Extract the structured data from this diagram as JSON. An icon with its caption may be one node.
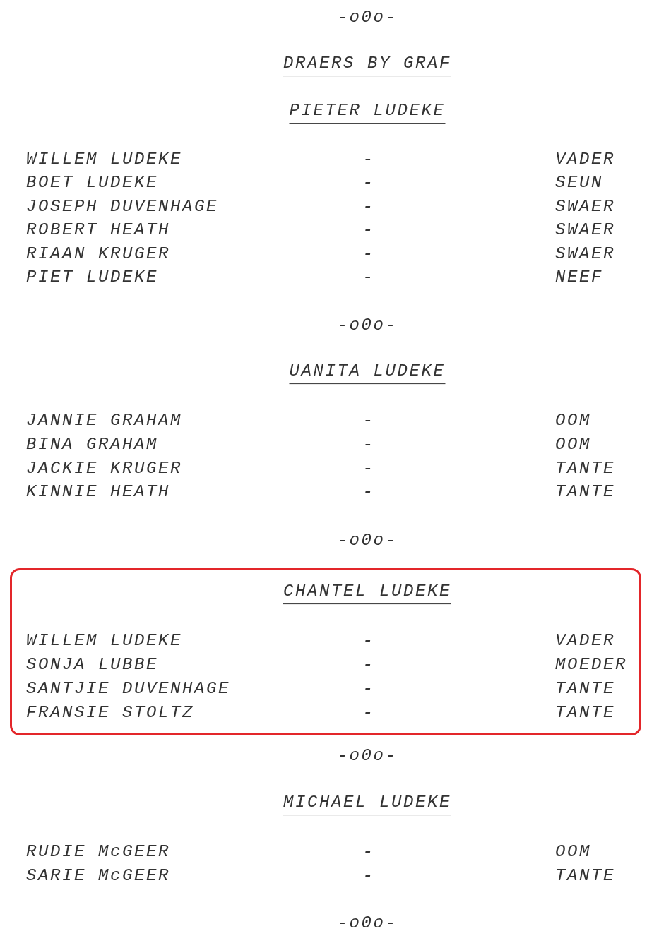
{
  "diagram": {
    "nodes": [
      {
        "text": [
          "CHANTEL LUDEKE",
          "WILLEM LUDEKE",
          "-",
          "VADER",
          "SONJA LUBBE",
          "-",
          "MOEDER",
          "SANTJIE DUVENHAGE",
          "-",
          "TANTE",
          "FRANSIE STOLTZ",
          "-",
          "TANTE"
        ]
      }
    ],
    "edges": [],
    "labels": [
      "-o0o-",
      "DRAERS BY GRAF",
      "PIETER LUDEKE",
      "WILLEM LUDEKE",
      "-",
      "VADER",
      "BOET LUDEKE",
      "-",
      "SEUN",
      "JOSEPH DUVENHAGE",
      "-",
      "SWAER",
      "ROBERT HEATH",
      "-",
      "SWAER",
      "RIAAN KRUGER",
      "-",
      "SWAER",
      "PIET LUDEKE",
      "-",
      "NEEF",
      "-o0o-",
      "UANITA LUDEKE",
      "JANNIE GRAHAM",
      "-",
      "OOM",
      "BINA GRAHAM",
      "-",
      "OOM",
      "JACKIE KRUGER",
      "-",
      "TANTE",
      "KINNIE HEATH",
      "-",
      "TANTE",
      "-o0o-",
      "-o0o-",
      "MICHAEL LUDEKE",
      "RUDIE McGEER",
      "-",
      "OOM",
      "SARIE McGEER",
      "-",
      "TANTE",
      "-o0o-"
    ]
  }
}
